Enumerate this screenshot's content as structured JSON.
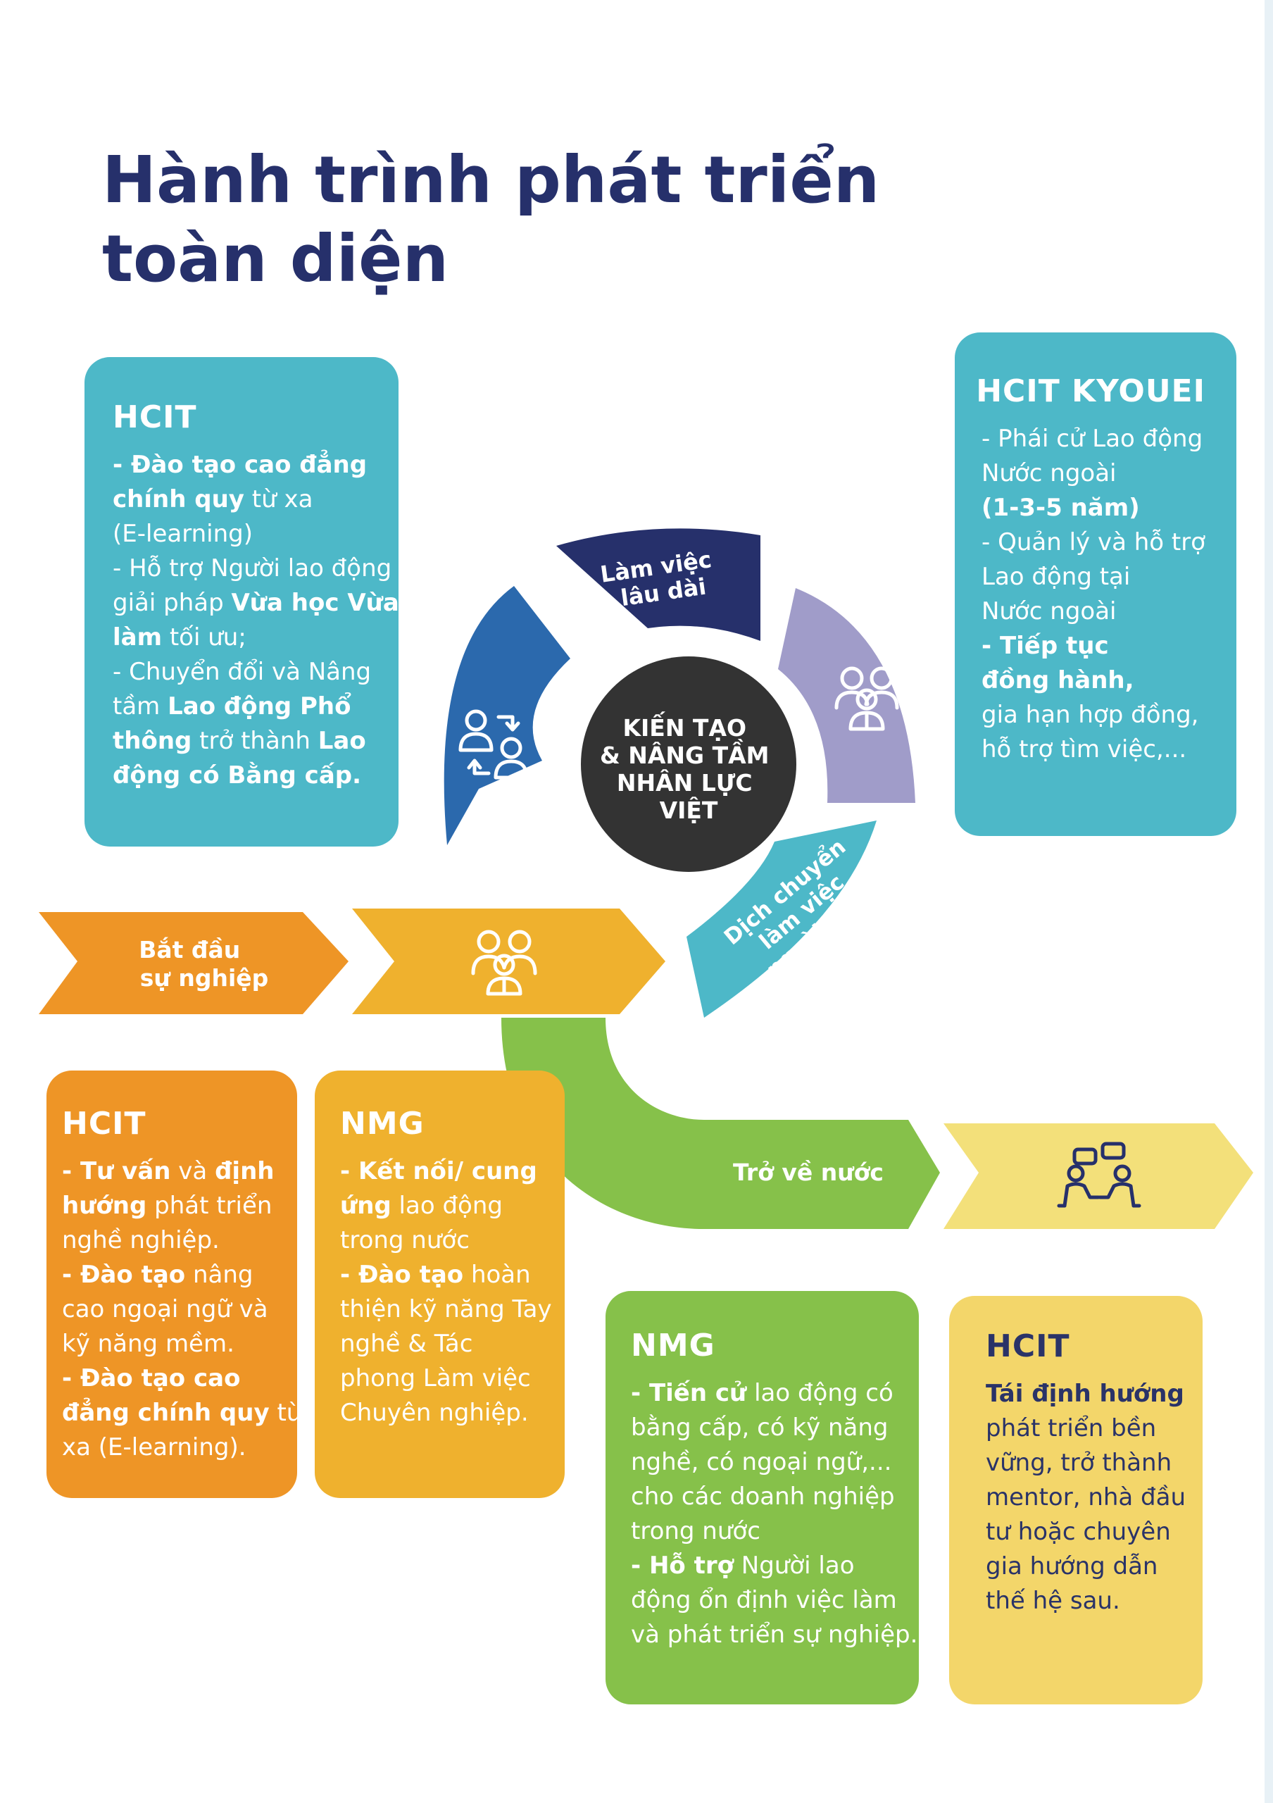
{
  "title": {
    "line1": "Hành trình phát triển",
    "line2": "toàn diện"
  },
  "cycle": {
    "center": [
      "KIẾN TẠO",
      "& NÂNG TẦM",
      "NHÂN LỰC",
      "VIỆT"
    ],
    "segment_top": [
      "Làm việc",
      "lâu dài"
    ],
    "segment_bottom": [
      "Dịch chuyển",
      "làm việc",
      "ngoài nước"
    ]
  },
  "arrows": {
    "start": [
      "Bắt đầu",
      "sự nghiệp"
    ],
    "return": "Trở về nước"
  },
  "icons": [
    "people-swap-icon",
    "group-icon",
    "team-icon",
    "conversation-icon"
  ],
  "colors": {
    "navy": "#26306b",
    "blue": "#2b69ad",
    "lavender": "#a09cc9",
    "teal": "#4db8c8",
    "orange": "#ee9526",
    "amber": "#efb12e",
    "green": "#86c14a",
    "yellow": "#f3d66a",
    "dark": "#333333"
  },
  "cards": {
    "hcit_top": {
      "title": "HCIT",
      "lines": [
        [
          {
            "t": "- Đào tạo cao đẳng",
            "b": true
          }
        ],
        [
          {
            "t": "chính quy",
            "b": true
          },
          {
            "t": " từ xa",
            "b": false
          }
        ],
        [
          {
            "t": "(E-learning)",
            "b": false
          }
        ],
        [
          {
            "t": "- Hỗ trợ Người lao động",
            "b": false
          }
        ],
        [
          {
            "t": "giải pháp ",
            "b": false
          },
          {
            "t": "Vừa học Vừa",
            "b": true
          }
        ],
        [
          {
            "t": "làm",
            "b": true
          },
          {
            "t": " tối ưu;",
            "b": false
          }
        ],
        [
          {
            "t": "- Chuyển đổi và Nâng",
            "b": false
          }
        ],
        [
          {
            "t": "tầm ",
            "b": false
          },
          {
            "t": "Lao động Phổ",
            "b": true
          }
        ],
        [
          {
            "t": "thông",
            "b": true
          },
          {
            "t": " trở thành ",
            "b": false
          },
          {
            "t": "Lao",
            "b": true
          }
        ],
        [
          {
            "t": "động có Bằng cấp.",
            "b": true
          }
        ]
      ]
    },
    "hcit_kyouei": {
      "title": "HCIT KYOUEI",
      "lines": [
        [
          {
            "t": "- Phái cử Lao động",
            "b": false
          }
        ],
        [
          {
            "t": "Nước ngoài",
            "b": false
          }
        ],
        [
          {
            "t": "(1-3-5 năm)",
            "b": true
          }
        ],
        [
          {
            "t": "- Quản lý và hỗ trợ",
            "b": false
          }
        ],
        [
          {
            "t": "Lao động tại",
            "b": false
          }
        ],
        [
          {
            "t": "Nước ngoài",
            "b": false
          }
        ],
        [
          {
            "t": "- Tiếp tục",
            "b": true
          }
        ],
        [
          {
            "t": "đồng hành,",
            "b": true
          }
        ],
        [
          {
            "t": "gia hạn hợp đồng,",
            "b": false
          }
        ],
        [
          {
            "t": "hỗ trợ tìm việc,...",
            "b": false
          }
        ]
      ]
    },
    "hcit_orange": {
      "title": "HCIT",
      "lines": [
        [
          {
            "t": "- Tư vấn",
            "b": true
          },
          {
            "t": " và ",
            "b": false
          },
          {
            "t": "định",
            "b": true
          }
        ],
        [
          {
            "t": "hướng",
            "b": true
          },
          {
            "t": " phát triển",
            "b": false
          }
        ],
        [
          {
            "t": "nghề nghiệp.",
            "b": false
          }
        ],
        [
          {
            "t": "- Đào tạo",
            "b": true
          },
          {
            "t": " nâng",
            "b": false
          }
        ],
        [
          {
            "t": "cao ngoại ngữ và",
            "b": false
          }
        ],
        [
          {
            "t": "kỹ năng mềm.",
            "b": false
          }
        ],
        [
          {
            "t": "- Đào tạo cao",
            "b": true
          }
        ],
        [
          {
            "t": "đẳng chính quy",
            "b": true
          },
          {
            "t": " từ",
            "b": false
          }
        ],
        [
          {
            "t": "xa (E-learning).",
            "b": false
          }
        ]
      ]
    },
    "nmg_amber": {
      "title": "NMG",
      "lines": [
        [
          {
            "t": "- Kết nối/ cung",
            "b": true
          }
        ],
        [
          {
            "t": "ứng",
            "b": true
          },
          {
            "t": " lao động",
            "b": false
          }
        ],
        [
          {
            "t": "trong nước",
            "b": false
          }
        ],
        [
          {
            "t": "- Đào tạo",
            "b": true
          },
          {
            "t": " hoàn",
            "b": false
          }
        ],
        [
          {
            "t": "thiện kỹ năng Tay",
            "b": false
          }
        ],
        [
          {
            "t": "nghề &  Tác",
            "b": false
          }
        ],
        [
          {
            "t": "phong Làm việc",
            "b": false
          }
        ],
        [
          {
            "t": "Chuyên nghiệp.",
            "b": false
          }
        ]
      ]
    },
    "nmg_green": {
      "title": "NMG",
      "lines": [
        [
          {
            "t": "- Tiến cử",
            "b": true
          },
          {
            "t": " lao động có",
            "b": false
          }
        ],
        [
          {
            "t": "bằng cấp, có kỹ năng",
            "b": false
          }
        ],
        [
          {
            "t": "nghề, có ngoại ngữ,...",
            "b": false
          }
        ],
        [
          {
            "t": "cho các doanh nghiệp",
            "b": false
          }
        ],
        [
          {
            "t": "trong nước",
            "b": false
          }
        ],
        [
          {
            "t": "- Hỗ trợ",
            "b": true
          },
          {
            "t": " Người lao",
            "b": false
          }
        ],
        [
          {
            "t": "động ổn định việc làm",
            "b": false
          }
        ],
        [
          {
            "t": "và phát triển sự nghiệp.",
            "b": false
          }
        ]
      ]
    },
    "hcit_yellow": {
      "title": "HCIT",
      "lines": [
        [
          {
            "t": "Tái định hướng",
            "b": true
          }
        ],
        [
          {
            "t": "phát triển bền",
            "b": false
          }
        ],
        [
          {
            "t": "vững, trở thành",
            "b": false
          }
        ],
        [
          {
            "t": "mentor, nhà đầu",
            "b": false
          }
        ],
        [
          {
            "t": "tư hoặc chuyên",
            "b": false
          }
        ],
        [
          {
            "t": "gia hướng dẫn",
            "b": false
          }
        ],
        [
          {
            "t": "thế hệ sau.",
            "b": false
          }
        ]
      ]
    }
  }
}
